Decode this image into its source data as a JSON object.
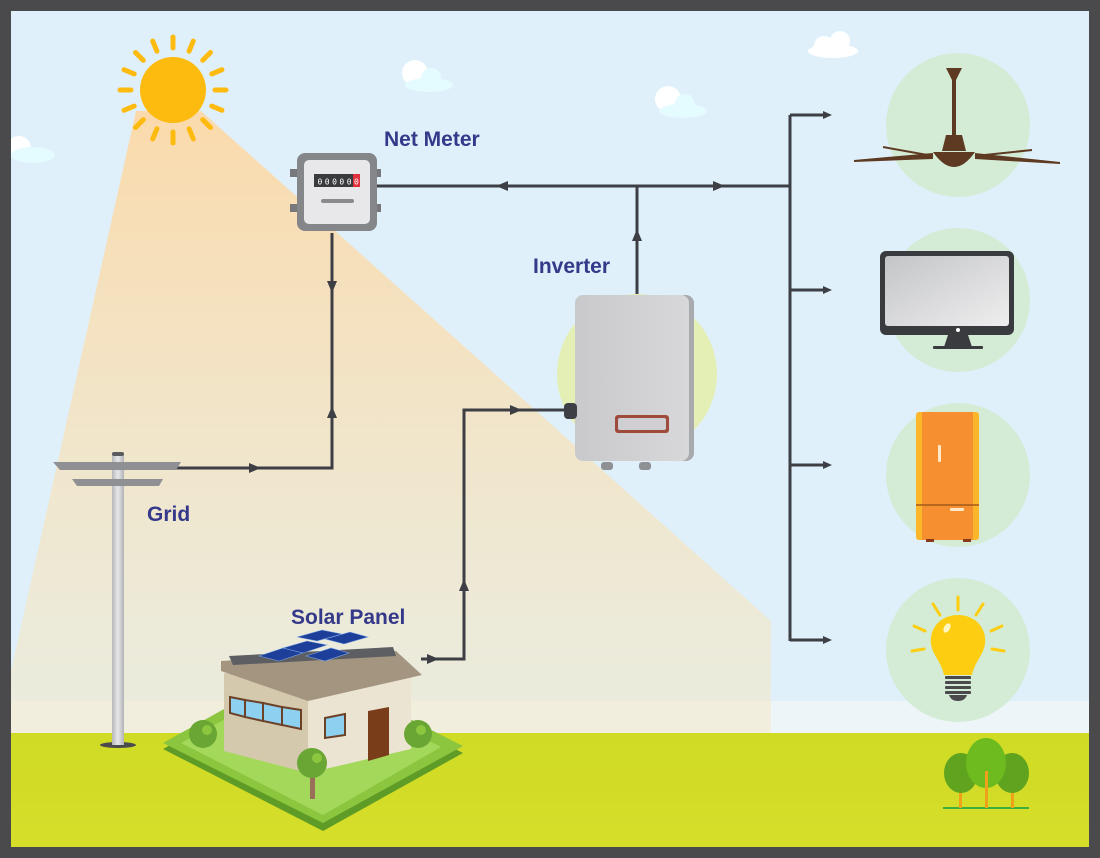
{
  "title": "Net metering solar power system",
  "labels": {
    "net_meter": "Net Meter",
    "inverter": "Inverter",
    "grid": "Grid",
    "solar_panel": "Solar Panel"
  },
  "meter": {
    "digits": [
      "0",
      "0",
      "0",
      "0",
      "0",
      "0"
    ]
  },
  "components": [
    {
      "id": "sun",
      "icon": "sun-icon"
    },
    {
      "id": "grid",
      "icon": "utility-pole-icon"
    },
    {
      "id": "net-meter",
      "icon": "electric-meter-icon"
    },
    {
      "id": "inverter",
      "icon": "inverter-icon"
    },
    {
      "id": "house",
      "icon": "house-with-solar-panels-icon"
    }
  ],
  "loads": [
    {
      "id": "ceiling-fan",
      "icon": "ceiling-fan-icon"
    },
    {
      "id": "television",
      "icon": "monitor-icon"
    },
    {
      "id": "refrigerator",
      "icon": "refrigerator-icon"
    },
    {
      "id": "light-bulb",
      "icon": "light-bulb-icon"
    }
  ],
  "connections": [
    {
      "from": "Grid",
      "to": "Net Meter"
    },
    {
      "from": "Solar Panel",
      "to": "Inverter"
    },
    {
      "from": "Inverter",
      "to": "Net Meter"
    },
    {
      "from": "Inverter",
      "to": "Loads"
    }
  ],
  "colors": {
    "frame": "#4a4a4c",
    "sky": "#dff0fa",
    "ground": "#cfdb25",
    "label": "#34398a",
    "line": "#3d3f45",
    "sun": "#fdbb10",
    "load_circle": "#d4ecd6"
  }
}
